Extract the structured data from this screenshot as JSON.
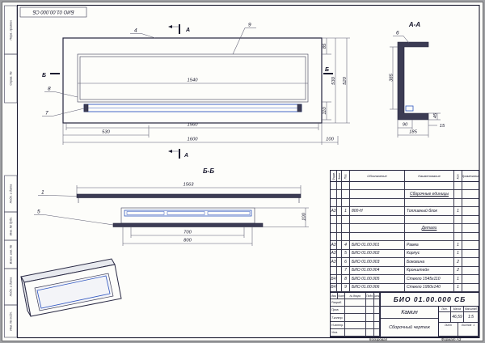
{
  "page": {
    "top_stamp": "БИО 01.00.000 СБ",
    "copy_label": "Копировал",
    "format_label": "Формат А3"
  },
  "margin": {
    "labels": [
      "Перв. примен.",
      "Справ. №",
      "Подп. и дата",
      "Инв. № дубл.",
      "Взам. инв. №",
      "Подп. и дата",
      "Инв. № подл."
    ]
  },
  "top_view": {
    "cut_a": "А",
    "cut_b": "Б",
    "callout_4": "4",
    "callout_9": "9",
    "callout_8": "8",
    "callout_7": "7",
    "dim_1540": "1540",
    "dim_1560": "1560",
    "dim_530_bottom": "530",
    "dim_1600": "1600",
    "dim_100": "100",
    "dim_85": "85",
    "dim_110": "110",
    "dim_530": "530",
    "dim_520": "520"
  },
  "section_aa": {
    "title": "А-А",
    "callout_6": "6",
    "dim_385": "385",
    "dim_90": "90",
    "dim_185": "185",
    "dim_45": "45",
    "dim_15": "15"
  },
  "section_bb": {
    "title": "Б-Б",
    "callout_1": "1",
    "callout_5": "5",
    "dim_1563": "1563",
    "dim_700": "700",
    "dim_800": "800",
    "dim_100": "100"
  },
  "spec_table": {
    "headers": {
      "format": "Форм.",
      "zone": "Зона",
      "pos": "Поз.",
      "designation": "Обозначение",
      "name": "Наименование",
      "qty": "Кол.",
      "note": "Примечание"
    },
    "rows": [
      {},
      {
        "n": "Сборочные единицы"
      },
      {},
      {
        "f": "А3",
        "p": "1",
        "o": "800-Н",
        "n": "Топливный блок",
        "k": "1"
      },
      {},
      {
        "n": "Детали"
      },
      {},
      {
        "f": "А3",
        "p": "4",
        "o": "БИО 01.00.001",
        "n": "Рамка",
        "k": "1"
      },
      {
        "f": "А3",
        "p": "5",
        "o": "БИО 01.00.002",
        "n": "Корпус",
        "k": "1"
      },
      {
        "f": "А3",
        "p": "6",
        "o": "БИО 01.00.003",
        "n": "Боковина",
        "k": "2"
      },
      {
        "p": "7",
        "o": "БИО 01.00.004",
        "n": "Кронштейн",
        "k": "2"
      },
      {
        "f": "БЧ",
        "p": "8",
        "o": "БИО 01.00.005",
        "n": "Стекло 1545х110",
        "k": "1"
      },
      {
        "f": "БЧ",
        "p": "9",
        "o": "БИО 01.00.006",
        "n": "Стекло 1950х140",
        "k": "1"
      }
    ]
  },
  "title_block": {
    "doc_number": "БИО 01.00.000 СБ",
    "product_name": "Камин",
    "doc_type": "Сборочный чертеж",
    "lit_label": "Лит.",
    "mass_label": "Масса",
    "scale_label": "Масштаб",
    "mass": "46,59",
    "scale": "1:5",
    "sheet_label": "Лист",
    "sheets_label": "Листов",
    "sheets": "1",
    "header_cols": [
      "Изм.",
      "Лист",
      "№ докум.",
      "Подп.",
      "Дата"
    ],
    "sign_rows": [
      "Разраб.",
      "Пров.",
      "Т.контр.",
      "Н.контр.",
      "Утв."
    ]
  }
}
